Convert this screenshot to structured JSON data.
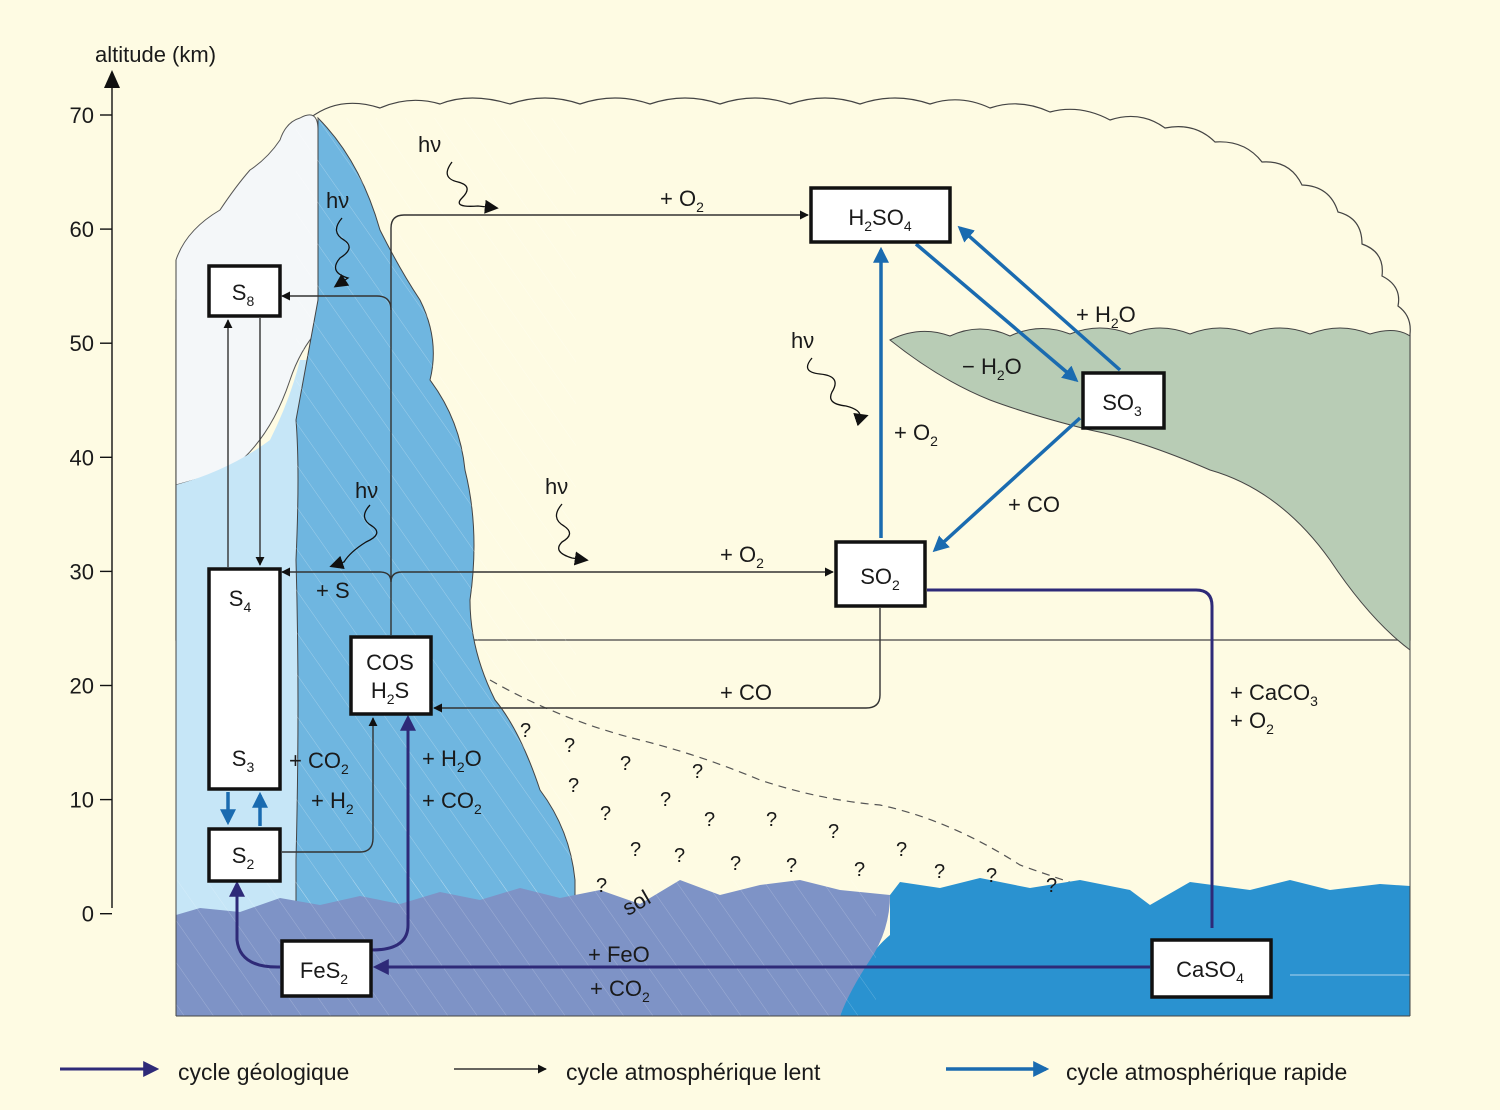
{
  "axis": {
    "label": "altitude (km)",
    "ticks": [
      "70",
      "60",
      "50",
      "40",
      "30",
      "20",
      "10",
      "0"
    ]
  },
  "boxes": {
    "h2so4": [
      "H",
      "2",
      "SO",
      "4"
    ],
    "so3": [
      "SO",
      "3"
    ],
    "so2": [
      "SO",
      "2"
    ],
    "s8": [
      "S",
      "8"
    ],
    "s4": [
      "S",
      "4"
    ],
    "s3": [
      "S",
      "3"
    ],
    "s2": [
      "S",
      "2"
    ],
    "cos_line1": "COS",
    "h2s": [
      "H",
      "2",
      "S"
    ],
    "fes2": [
      "FeS",
      "2"
    ],
    "caso4": [
      "CaSO",
      "4"
    ]
  },
  "photolysis": "hν",
  "labels": {
    "plus_o2_top": [
      "+ O",
      "2"
    ],
    "plus_h2o_right": [
      "+ H",
      "2",
      "O"
    ],
    "minus_h2o": [
      "− H",
      "2",
      "O"
    ],
    "plus_o2_mid": [
      "+ O",
      "2"
    ],
    "plus_co_right": "+ CO",
    "plus_o2_so2": [
      "+ O",
      "2"
    ],
    "plus_s": "+ S",
    "plus_co_low": "+ CO",
    "plus_caco3": [
      "+ CaCO",
      "3"
    ],
    "plus_o2_caco3": [
      "+ O",
      "2"
    ],
    "plus_co2_s3": [
      "+ CO",
      "2"
    ],
    "plus_h2_s3": [
      "+ H",
      "2"
    ],
    "plus_h2o_cos": [
      "+ H",
      "2",
      "O"
    ],
    "plus_co2_cos": [
      "+ CO",
      "2"
    ],
    "plus_feo": "+ FeO",
    "plus_co2_bottom": [
      "+ CO",
      "2"
    ],
    "sol": "sol",
    "question": "?"
  },
  "legend": [
    {
      "label": "cycle géologique",
      "color": "#2e2a78"
    },
    {
      "label": "cycle atmosphérique lent",
      "color": "#333333"
    },
    {
      "label": "cycle atmosphérique rapide",
      "color": "#1a6bb0"
    }
  ],
  "colors": {
    "background": "#fefbe3",
    "clouds_white": "#f4f7f9",
    "light_blue": "#c6e6f7",
    "mid_blue": "#6fb6e0",
    "grey_green": "#b8ccb5",
    "ground": "#7e93c6",
    "ocean": "#2a92d0",
    "fast_arrow": "#1a6bb0",
    "geo_arrow": "#2e2a78"
  }
}
